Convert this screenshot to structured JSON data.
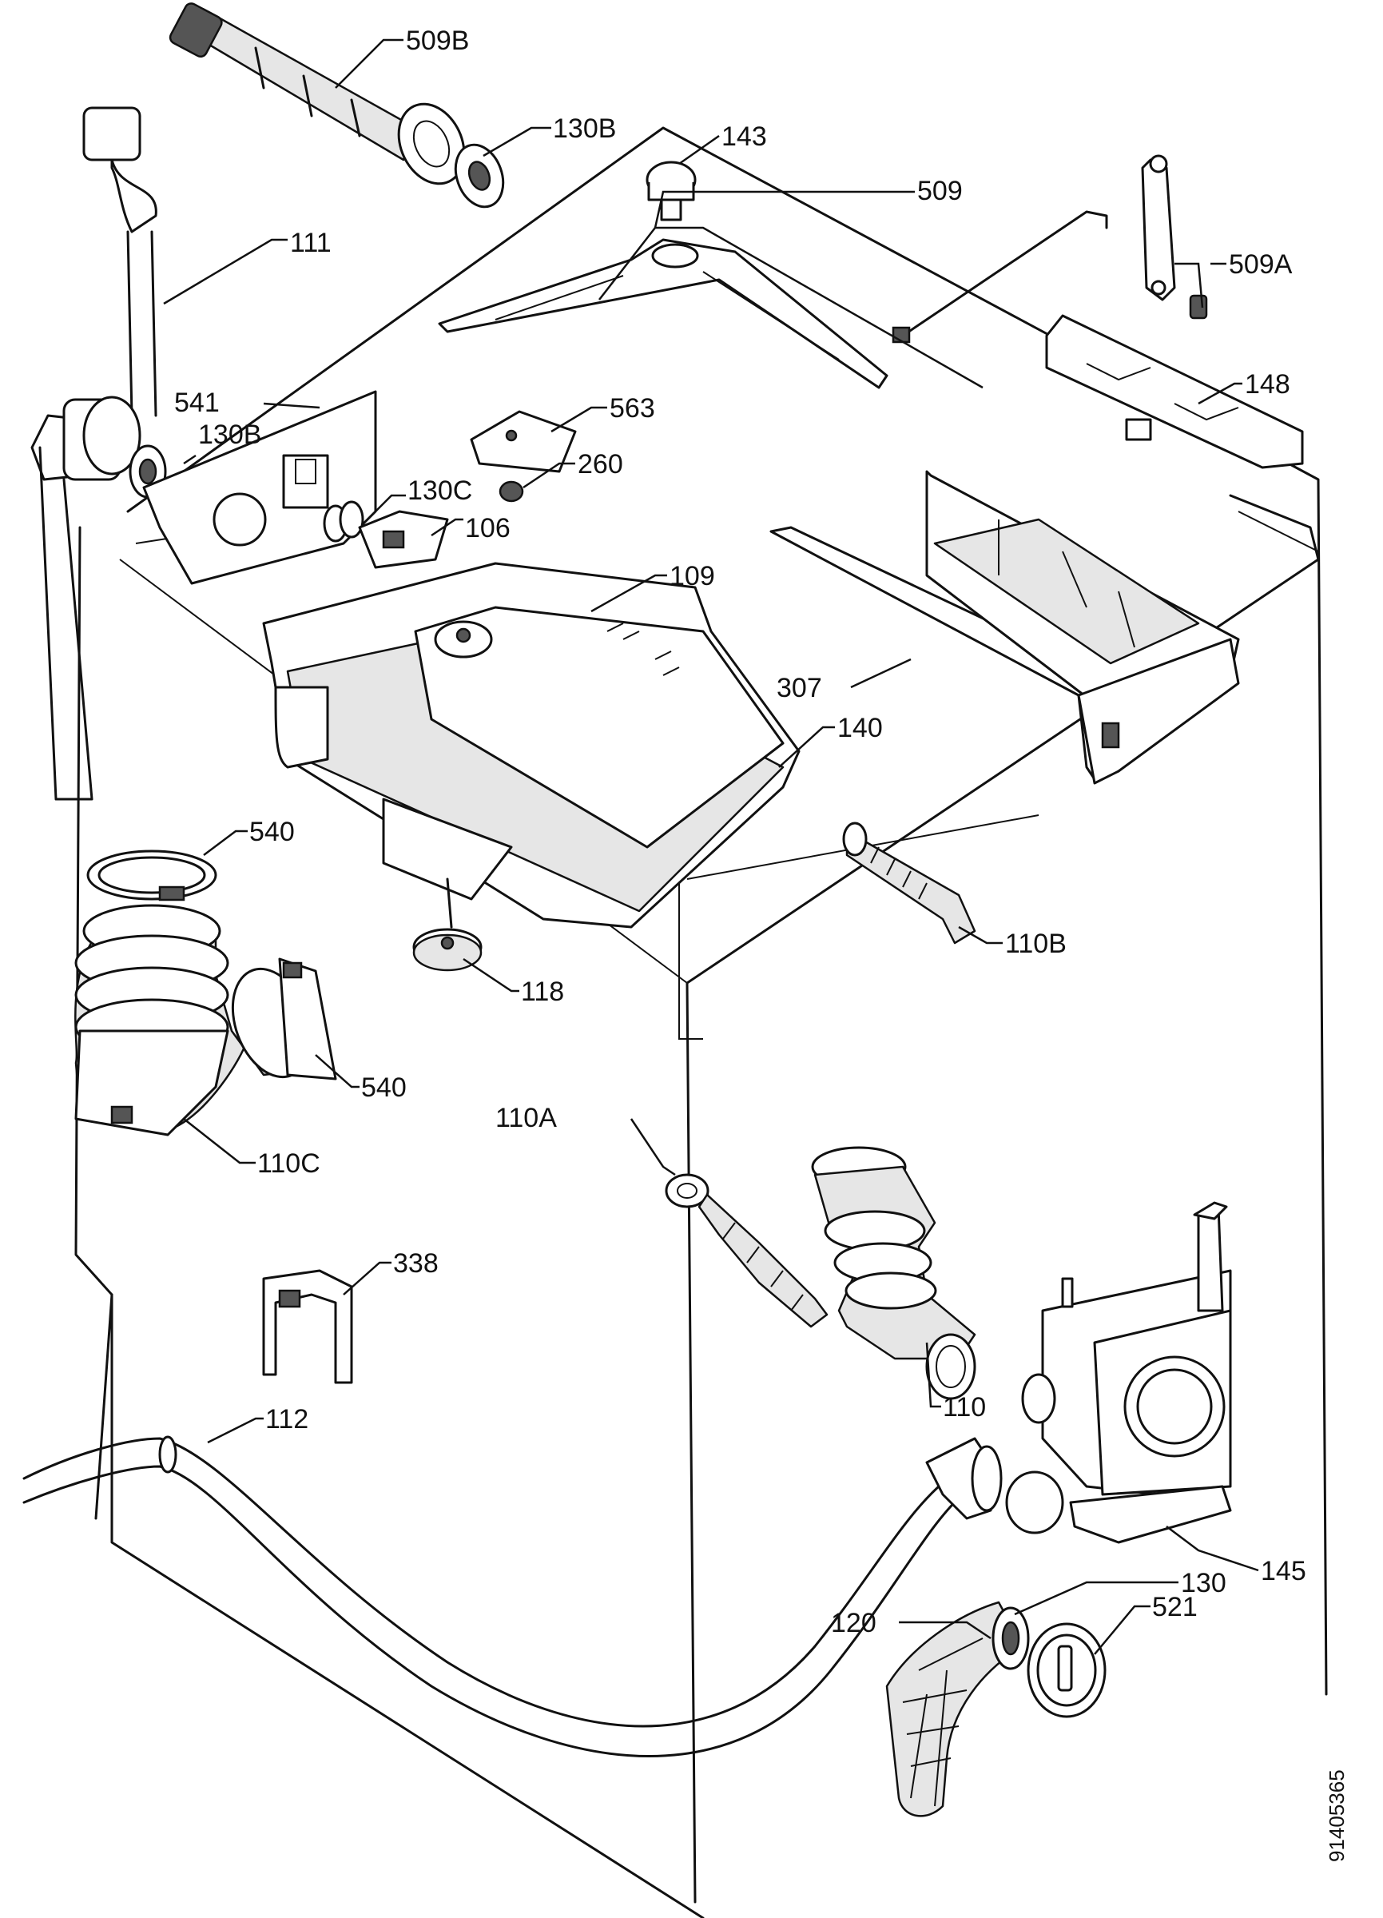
{
  "labels": {
    "l509b": "509B",
    "l130b_top": "130B",
    "l143": "143",
    "l509": "509",
    "l111": "111",
    "l509a": "509A",
    "l148": "148",
    "l541": "541",
    "l130b_left": "130B",
    "l563": "563",
    "l130c": "130C",
    "l260": "260",
    "l106": "106",
    "l109": "109",
    "l307": "307",
    "l140": "140",
    "l540_top": "540",
    "l110b": "110B",
    "l118": "118",
    "l540_side": "540",
    "l110c": "110C",
    "l110a": "110A",
    "l338": "338",
    "l110": "110",
    "l112": "112",
    "l145": "145",
    "l130": "130",
    "l120": "120",
    "l521": "521"
  },
  "drawing_code": "91405365"
}
